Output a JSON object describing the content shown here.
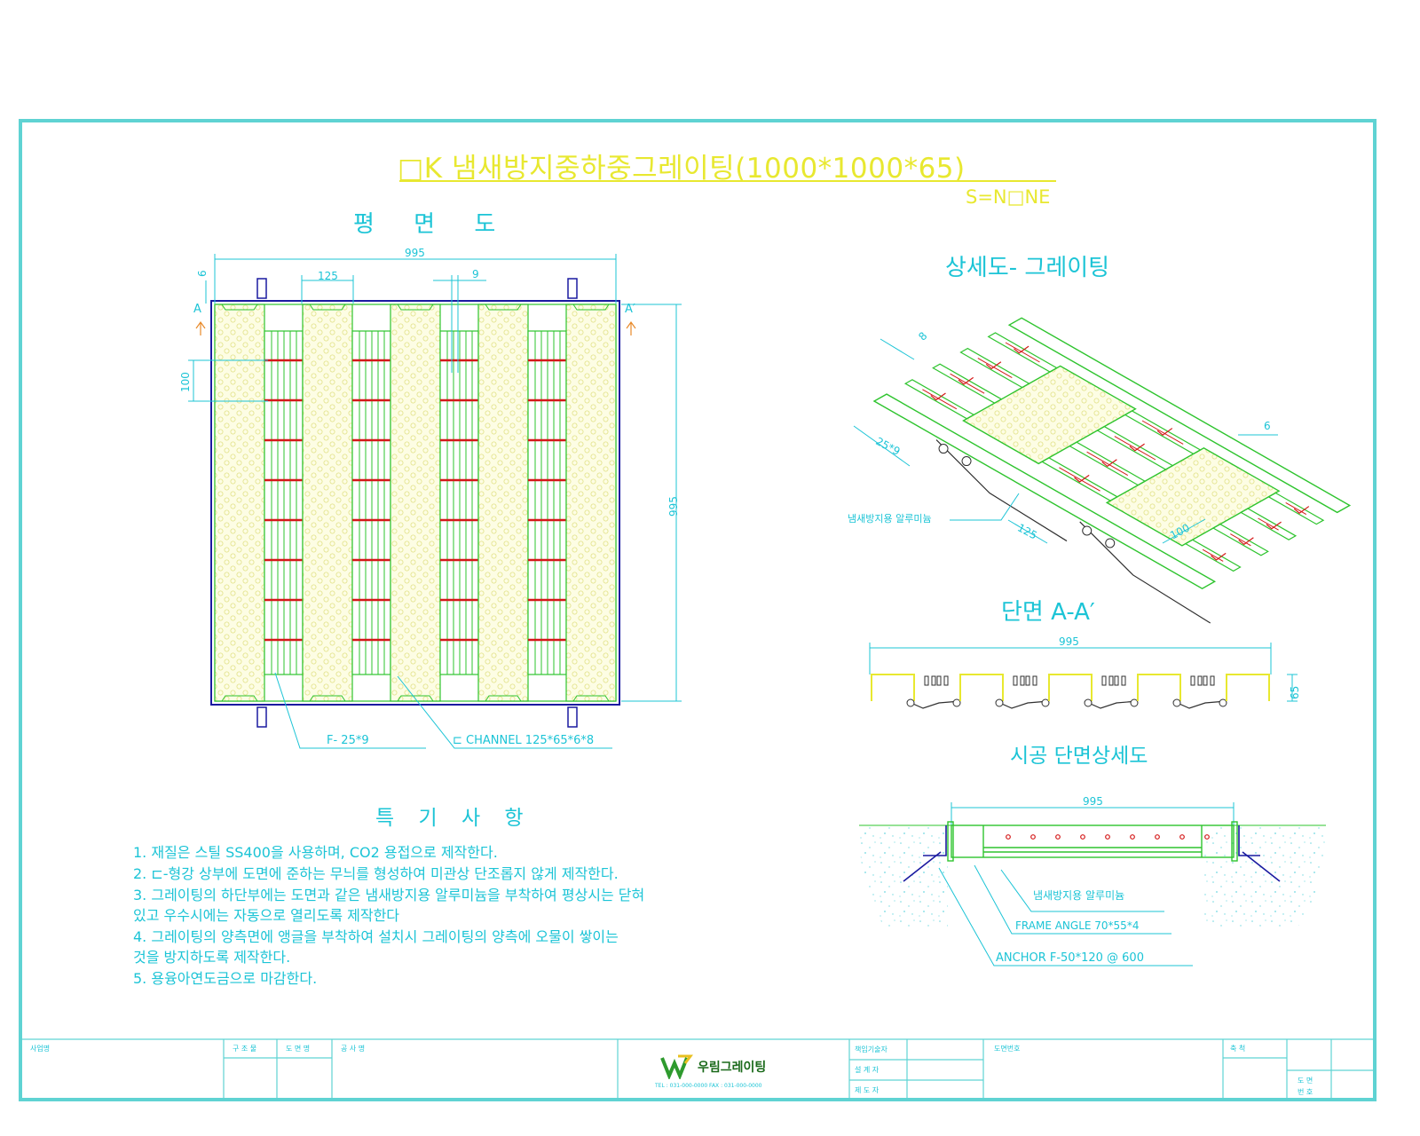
{
  "title": "□K 냄새방지중하중그레이팅(1000*1000*65)",
  "scale": "S=N□NE",
  "views": {
    "plan": "평 면 도",
    "detail": "상세도- 그레이팅",
    "section": "단면 A-A′",
    "construction": "시공 단면상세도"
  },
  "plan_dims": {
    "overall_width": "995",
    "overall_height": "995",
    "bay": "125",
    "bar_gap": "9",
    "frame": "6",
    "pitch": "100",
    "mark_a": "A",
    "mark_a2": "A′"
  },
  "plan_labels": {
    "flat_bar": "F- 25*9",
    "channel": "⊏ CHANNEL 125*65*6*8"
  },
  "detail_dims": {
    "top": "8",
    "side": "6",
    "flat": "25*9",
    "bay": "125",
    "pitch": "100",
    "flap_label": "냄새방지용 알루미늄"
  },
  "section_dims": {
    "width": "995",
    "height": "65"
  },
  "construction": {
    "width": "995",
    "flap_label": "냄새방지용 알루미늄",
    "frame_label": "FRAME ANGLE 70*55*4",
    "anchor_label": "ANCHOR F-50*120 @ 600"
  },
  "notes_heading": "특 기 사 항",
  "notes": [
    "1. 재질은 스틸 SS400을 사용하며, CO2 용접으로 제작한다.",
    "2. ⊏-형강 상부에 도면에 준하는 무늬를 형성하여 미관상 단조롭지 않게 제작한다.",
    "3. 그레이팅의 하단부에는 도면과 같은 냄새방지용 알루미늄을 부착하여 평상시는 닫혀",
    "있고 우수시에는 자동으로 열리도록 제작한다",
    "4. 그레이팅의 양측면에 앵글을 부착하여 설치시 그레이팅의 양측에 오물이 쌓이는",
    "것을 방지하도록 제작한다.",
    "5. 용융아연도금으로 마감한다."
  ],
  "title_block": {
    "cells": [
      "사업명",
      "구 조 물",
      "도 면 명",
      "공 사 명",
      "책임기술자",
      "설 계 자",
      "제 도 자",
      "도면번호",
      "축 척",
      "도 면",
      "번 호"
    ],
    "logo_text": "우림그레이팅",
    "contact": "TEL : 031-000-0000   FAX : 031-000-0000"
  },
  "colors": {
    "frame": "#5fd3d3",
    "cyan": "#1cc4d6",
    "yellow": "#e8e830",
    "green": "#2ec42e",
    "red": "#d41818",
    "blue": "#1a1aa0"
  }
}
